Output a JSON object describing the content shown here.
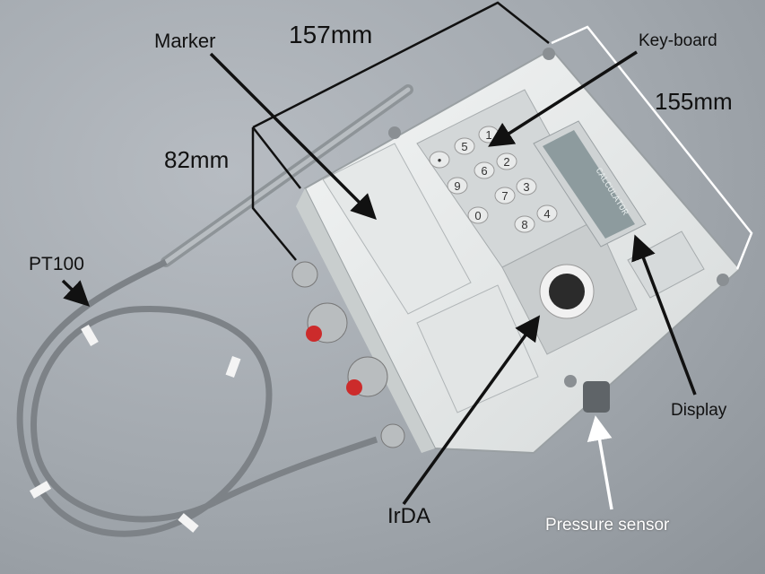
{
  "labels": {
    "marker": "Marker",
    "width_dim": "157mm",
    "depth_dim": "82mm",
    "height_dim": "155mm",
    "keyboard": "Key-board",
    "pt100": "PT100",
    "display": "Display",
    "irda": "IrDA",
    "pressure_sensor": "Pressure sensor"
  },
  "device": {
    "keypad_keys": [
      "1",
      "2",
      "3",
      "4",
      "5",
      "6",
      "7",
      "8",
      "9",
      "0",
      "•"
    ],
    "display_text": "CALCULATOR"
  },
  "colors": {
    "background": "#a2a8ae",
    "device_body": "#e9ecec",
    "keypad_panel": "#d3d7d8",
    "display_screen": "#8d9b9e",
    "connector_red": "#cc2b2b",
    "annotation_dark": "#111111",
    "annotation_light": "#ffffff"
  }
}
